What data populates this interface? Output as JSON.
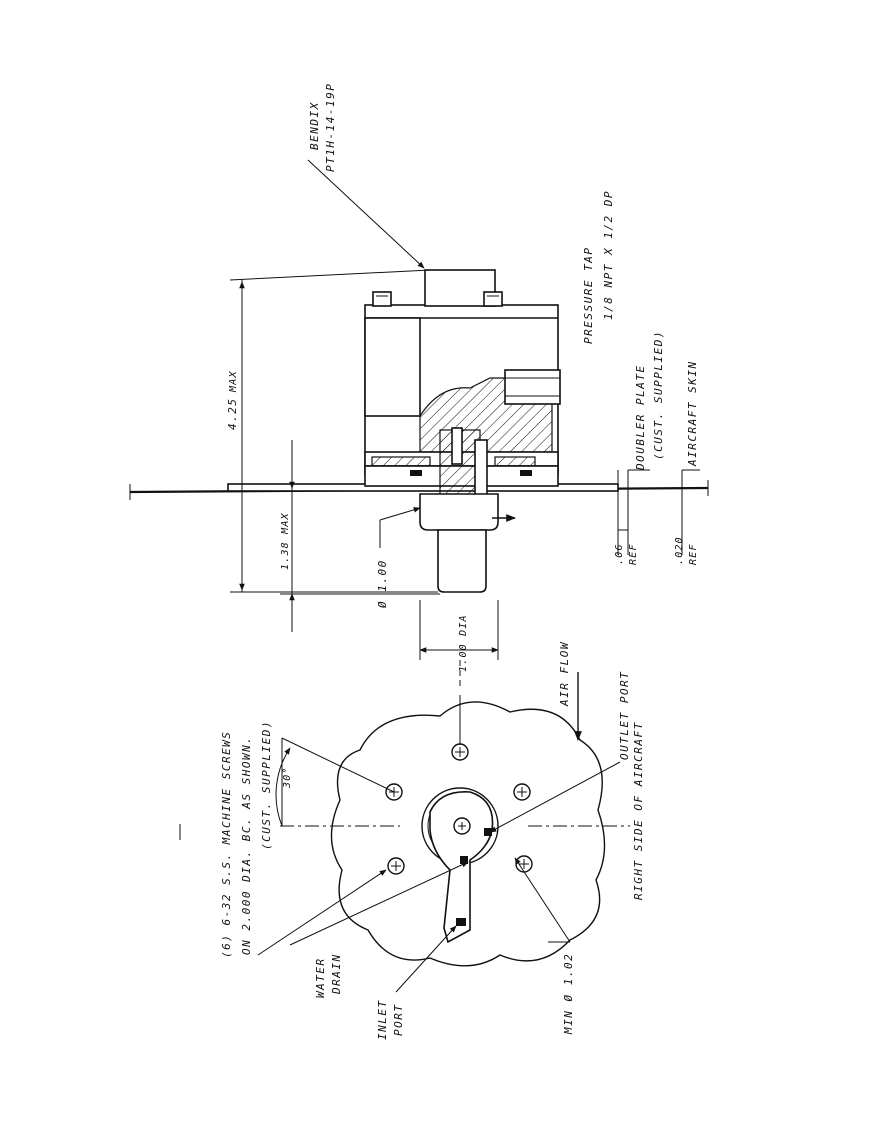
{
  "labels": {
    "bendix": "BENDIX",
    "bendix_part": "PT1H-14-19P",
    "pressure_tap": "PRESSURE TAP",
    "pressure_tap_spec": "1/8 NPT X 1/2 DP",
    "doubler_plate": "DOUBLER PLATE",
    "doubler_plate_note": "(CUST. SUPPLIED)",
    "aircraft_skin": "AIRCRAFT SKIN",
    "dim_425": "4.25",
    "dim_425_note": "MAX",
    "dim_138": "1.38 MAX",
    "dim_100_phi": "Ø 1.00",
    "dim_06": ".06",
    "dim_06_ref": "REF",
    "dim_020": ".020",
    "dim_020_ref": "REF",
    "dim_100_dia": "1.00 DIA",
    "air_flow": "AIR FLOW",
    "outlet_port": "OUTLET PORT",
    "screws_line1": "(6) 6-32 S.S. MACHINE SCREWS",
    "screws_line2": "ON 2.000 DIA. BC. AS SHOWN.",
    "screws_line3": "(CUST. SUPPLIED)",
    "angle_30": "30°",
    "right_side": "RIGHT SIDE OF AIRCRAFT",
    "water_drain_1": "WATER",
    "water_drain_2": "DRAIN",
    "inlet_port_1": "INLET",
    "inlet_port_2": "PORT",
    "min_dia": "MIN Ø 1.02"
  },
  "colors": {
    "ink": "#111111",
    "paper": "#ffffff"
  }
}
